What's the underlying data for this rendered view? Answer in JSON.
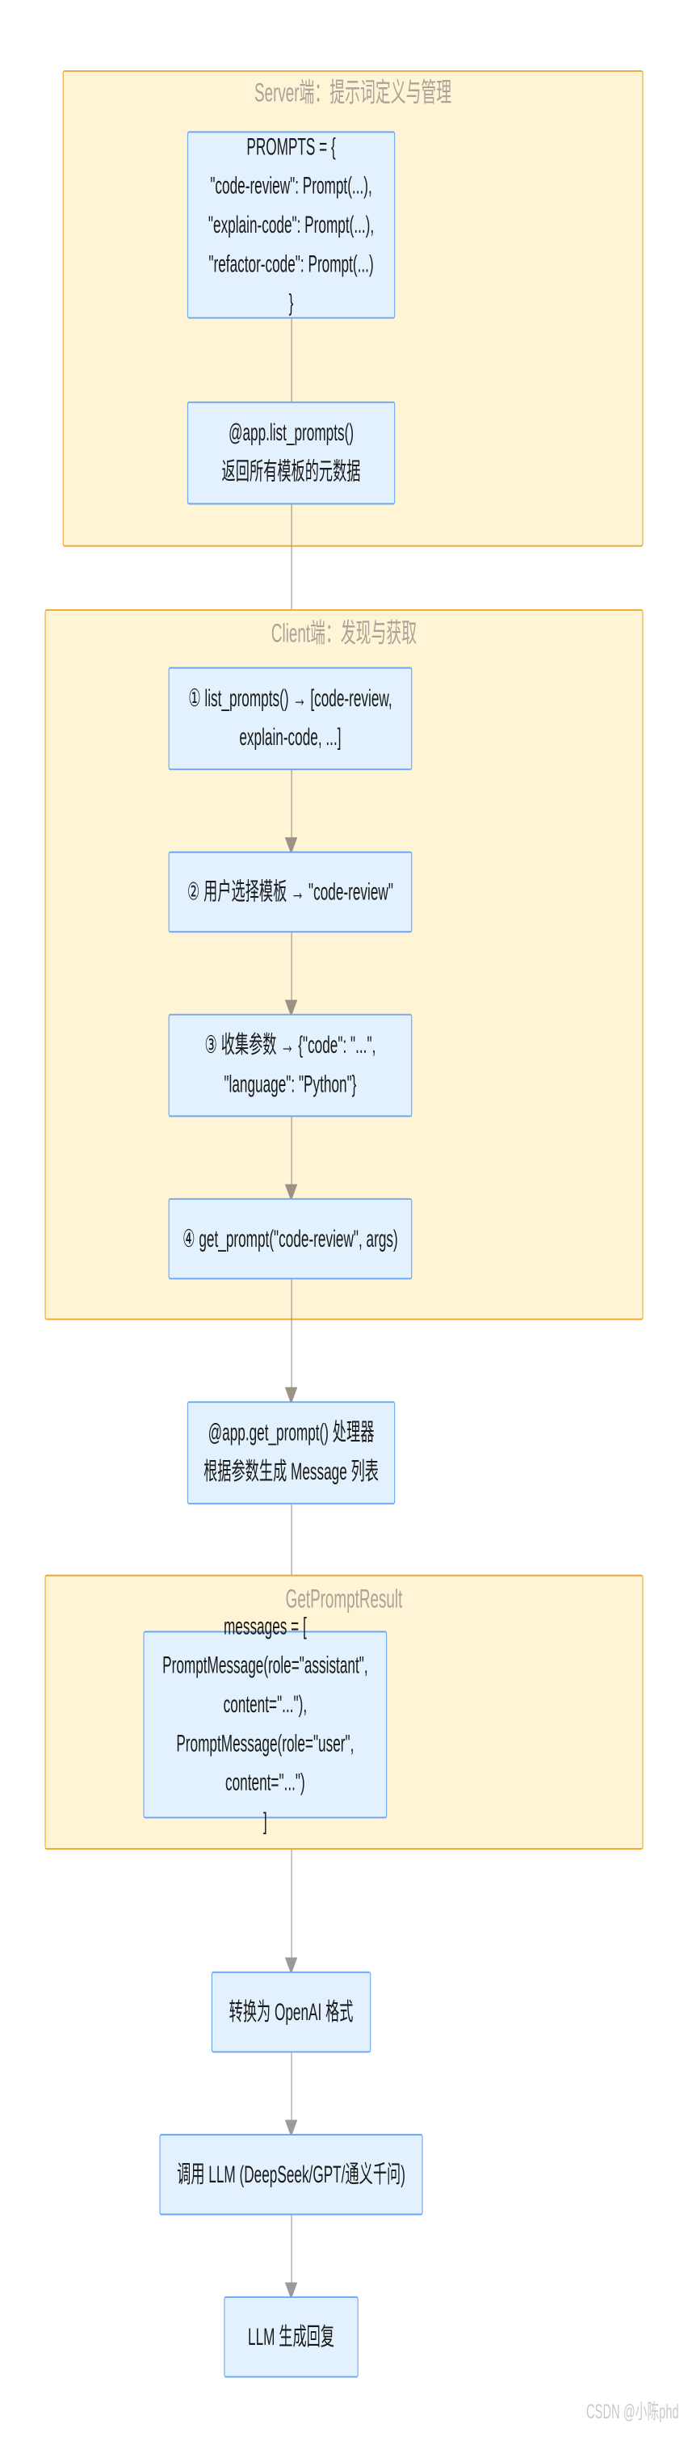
{
  "diagram": {
    "title_server": "Server端：提示词定义与管理",
    "title_client": "Client端：发现与获取",
    "title_result": "GetPromptResult",
    "nodes": {
      "prompts_dict": "PROMPTS = {\n\"code-review\": Prompt(...),\n\"explain-code\": Prompt(...),\n\"refactor-code\": Prompt(...)\n}",
      "list_prompts_handler": "@app.list_prompts()\n返回所有模板的元数据",
      "step1": "① list_prompts() → [code-review,\nexplain-code, ...]",
      "step2": "② 用户选择模板 → \"code-review\"",
      "step3": "③ 收集参数 → {\"code\": \"...\",\n\"language\": \"Python\"}",
      "step4": "④ get_prompt(\"code-review\", args)",
      "get_prompt_handler": "@app.get_prompt() 处理器\n根据参数生成 Message 列表",
      "messages_result": "messages = [\nPromptMessage(role=\"assistant\",\ncontent=\"...\"),\nPromptMessage(role=\"user\",\ncontent=\"...\")\n]",
      "convert_openai": "转换为 OpenAI 格式",
      "call_llm": "调用 LLM (DeepSeek/GPT/通义千问)",
      "llm_reply": "LLM 生成回复"
    },
    "watermark": "CSDN @小陈phd",
    "colors": {
      "cluster_fill": "#fff5d6",
      "cluster_border": "#f0a732",
      "node_fill": "#e2f1fd",
      "node_border": "#6ba6f5",
      "edge": "#9c9286",
      "title_text": "#a9a398"
    }
  }
}
